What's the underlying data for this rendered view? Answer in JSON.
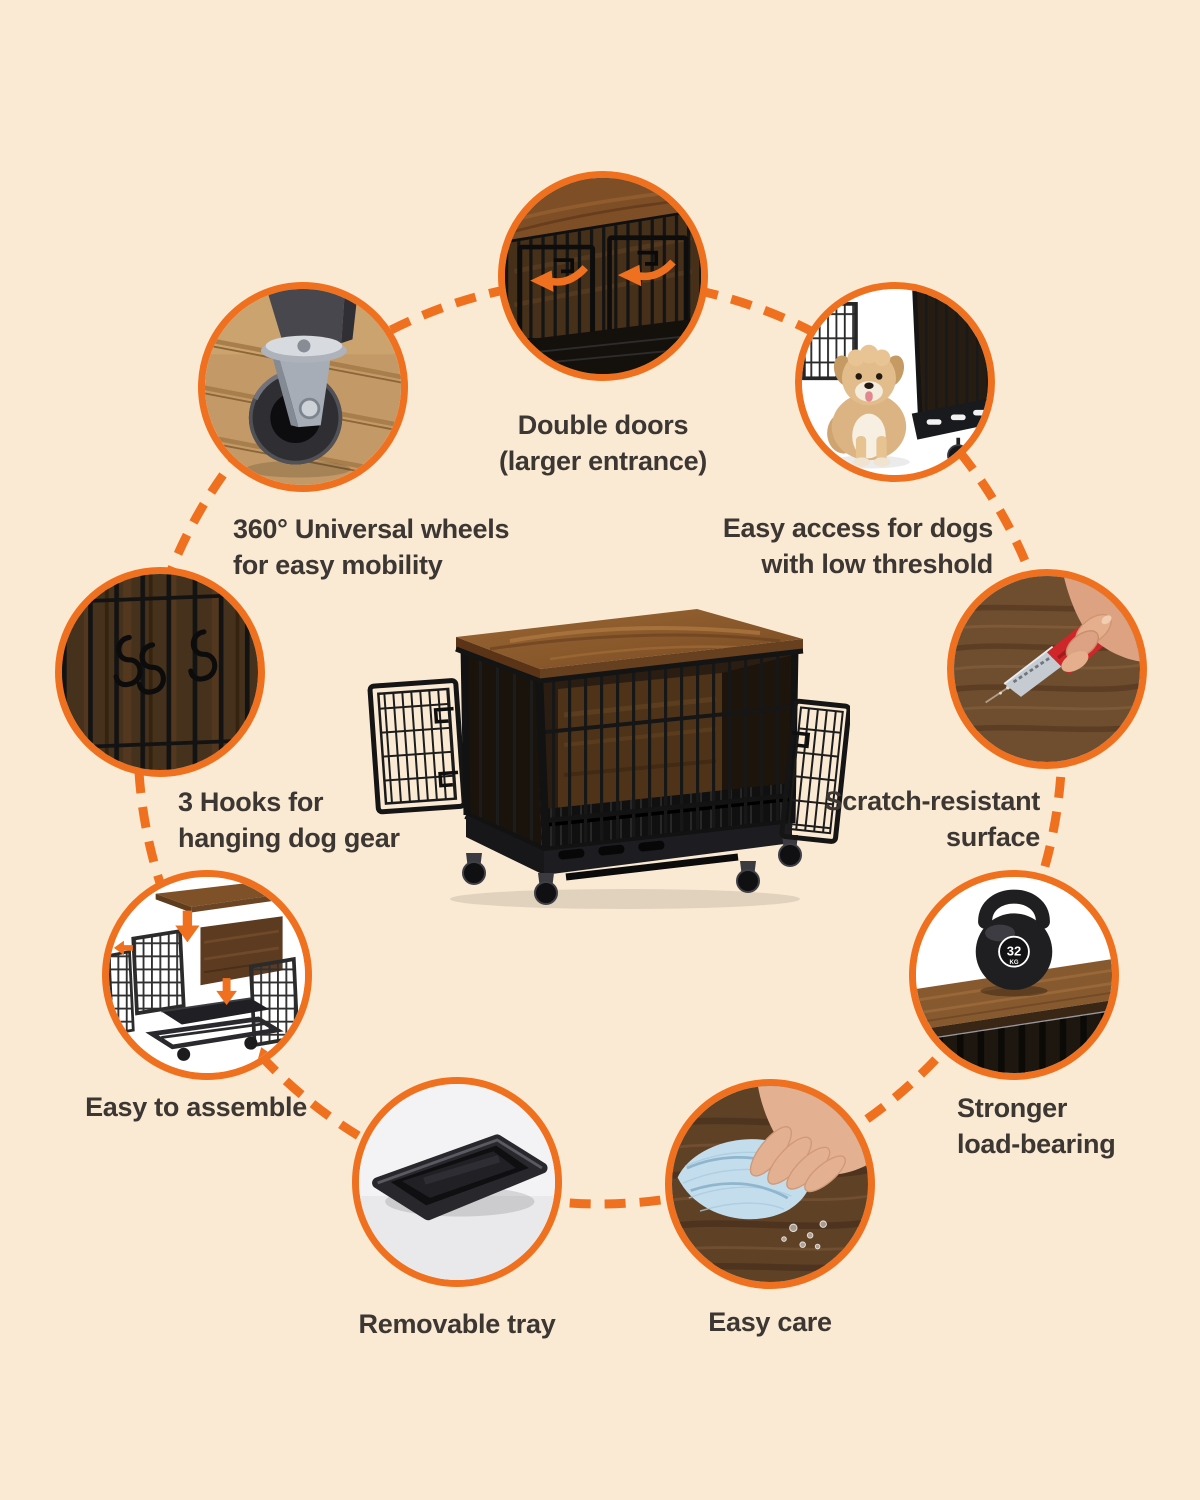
{
  "page": {
    "background_color": "#FBEAD3",
    "accent_color": "#EF7120",
    "text_color": "#3C3733",
    "layout": "circular feature infographic around product photo"
  },
  "product": {
    "image": "dog-crate-side-table-with-wooden-top-open-double-doors-and-casters"
  },
  "kettlebell": {
    "weight": "32",
    "unit": "KG"
  },
  "features": [
    {
      "id": "wheels",
      "icon": "caster-wheel-photo",
      "line1": "360° Universal wheels",
      "line2": "for easy mobility"
    },
    {
      "id": "double_doors",
      "icon": "double-doors-photo",
      "line1": "Double doors",
      "line2": "(larger entrance)"
    },
    {
      "id": "easy_access",
      "icon": "puppy-photo",
      "line1": "Easy access for dogs",
      "line2": "with low threshold"
    },
    {
      "id": "scratch",
      "icon": "utility-knife-photo",
      "line1": "Scratch-resistant",
      "line2": "surface"
    },
    {
      "id": "load_bearing",
      "icon": "kettlebell-photo",
      "line1": "Stronger",
      "line2": "load-bearing"
    },
    {
      "id": "easy_care",
      "icon": "wiping-cloth-photo",
      "line1": "Easy care"
    },
    {
      "id": "removable_tray",
      "icon": "removable-tray-photo",
      "line1": "Removable tray"
    },
    {
      "id": "easy_assemble",
      "icon": "exploded-assembly-photo",
      "line1": "Easy to assemble"
    },
    {
      "id": "hooks",
      "icon": "s-hooks-photo",
      "line1": "3 Hooks for",
      "line2": "hanging dog gear"
    }
  ]
}
